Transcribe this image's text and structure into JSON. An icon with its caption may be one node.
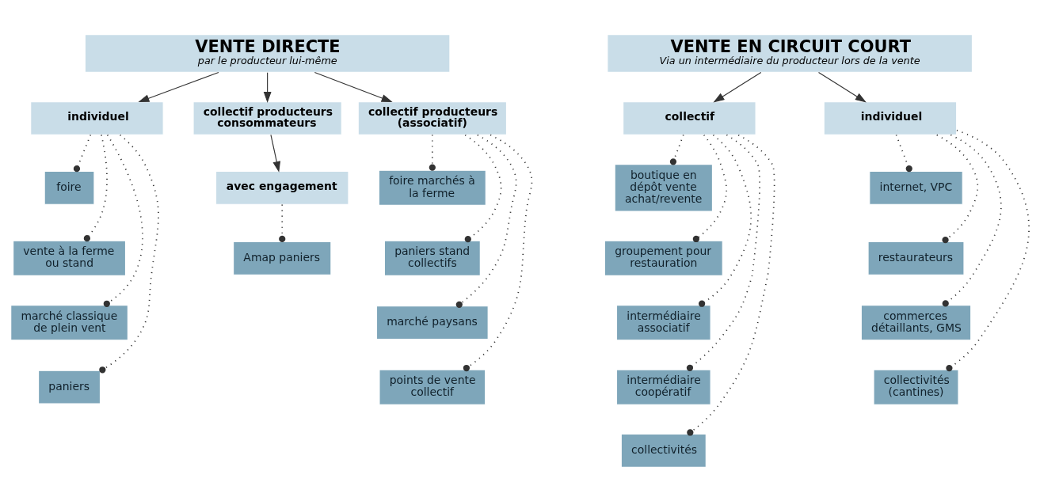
{
  "diagram": {
    "nodes": [
      {
        "text": [
          "VENTE DIRECTE",
          "par le producteur lui-même"
        ]
      },
      {
        "text": [
          "individuel"
        ]
      },
      {
        "text": [
          "collectif producteurs consommateurs"
        ]
      },
      {
        "text": [
          "collectif producteurs (associatif)"
        ]
      },
      {
        "text": [
          "foire"
        ]
      },
      {
        "text": [
          "vente à la ferme ou stand"
        ]
      },
      {
        "text": [
          "marché classique de plein vent"
        ]
      },
      {
        "text": [
          "paniers"
        ]
      },
      {
        "text": [
          "avec engagement"
        ]
      },
      {
        "text": [
          "Amap paniers"
        ]
      },
      {
        "text": [
          "foire marchés à la ferme"
        ]
      },
      {
        "text": [
          "paniers stand collectifs"
        ]
      },
      {
        "text": [
          "marché paysans"
        ]
      },
      {
        "text": [
          "points de vente collectif"
        ]
      },
      {
        "text": [
          "VENTE EN CIRCUIT COURT",
          "Via un intermédiaire du producteur lors de la vente"
        ]
      },
      {
        "text": [
          "collectif"
        ]
      },
      {
        "text": [
          "individuel"
        ]
      },
      {
        "text": [
          "boutique en dépôt vente achat/revente"
        ]
      },
      {
        "text": [
          "groupement pour restauration"
        ]
      },
      {
        "text": [
          "intermédiaire associatif"
        ]
      },
      {
        "text": [
          "intermédiaire coopératif"
        ]
      },
      {
        "text": [
          "collectivités"
        ]
      },
      {
        "text": [
          "internet, VPC"
        ]
      },
      {
        "text": [
          "restaurateurs"
        ]
      },
      {
        "text": [
          "commerces détaillants, GMS"
        ]
      },
      {
        "text": [
          "collectivités (cantines)"
        ]
      }
    ],
    "edges": [
      {
        "from": 0,
        "to": 1,
        "arrow": "to"
      },
      {
        "from": 0,
        "to": 2,
        "arrow": "to"
      },
      {
        "from": 0,
        "to": 3,
        "arrow": "to"
      },
      {
        "from": 2,
        "to": 8,
        "arrow": "to"
      },
      {
        "from": 1,
        "to": 4,
        "arrow": "other",
        "style": "dashed"
      },
      {
        "from": 1,
        "to": 5,
        "arrow": "other",
        "style": "dashed"
      },
      {
        "from": 1,
        "to": 6,
        "arrow": "other",
        "style": "dashed"
      },
      {
        "from": 1,
        "to": 7,
        "arrow": "other",
        "style": "dashed"
      },
      {
        "from": 8,
        "to": 9,
        "arrow": "other",
        "style": "dashed"
      },
      {
        "from": 3,
        "to": 10,
        "arrow": "other",
        "style": "dashed"
      },
      {
        "from": 3,
        "to": 11,
        "arrow": "other",
        "style": "dashed"
      },
      {
        "from": 3,
        "to": 12,
        "arrow": "other",
        "style": "dashed"
      },
      {
        "from": 3,
        "to": 13,
        "arrow": "other",
        "style": "dashed"
      },
      {
        "from": 14,
        "to": 15,
        "arrow": "to"
      },
      {
        "from": 14,
        "to": 16,
        "arrow": "to"
      },
      {
        "from": 15,
        "to": 17,
        "arrow": "other",
        "style": "dashed"
      },
      {
        "from": 15,
        "to": 18,
        "arrow": "other",
        "style": "dashed"
      },
      {
        "from": 15,
        "to": 19,
        "arrow": "other",
        "style": "dashed"
      },
      {
        "from": 15,
        "to": 20,
        "arrow": "other",
        "style": "dashed"
      },
      {
        "from": 15,
        "to": 21,
        "arrow": "other",
        "style": "dashed"
      },
      {
        "from": 16,
        "to": 22,
        "arrow": "other",
        "style": "dashed"
      },
      {
        "from": 16,
        "to": 23,
        "arrow": "other",
        "style": "dashed"
      },
      {
        "from": 16,
        "to": 24,
        "arrow": "other",
        "style": "dashed"
      },
      {
        "from": 16,
        "to": 25,
        "arrow": "other",
        "style": "dashed"
      }
    ]
  }
}
